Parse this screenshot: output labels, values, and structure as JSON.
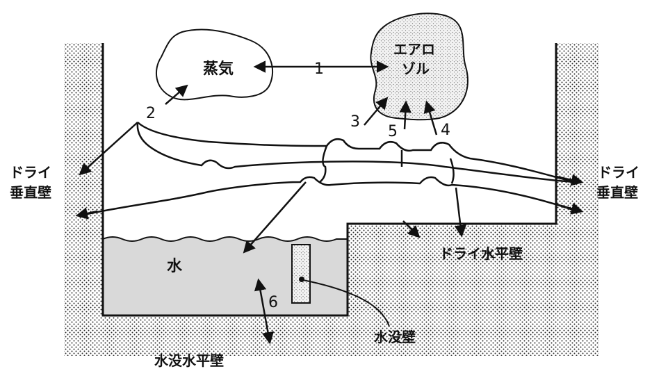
{
  "labels": {
    "vapor": "蒸気",
    "aerosol_line1": "エアロ",
    "aerosol_line2": "ゾル",
    "dry_wall_left_line1": "ドライ",
    "dry_wall_left_line2": "垂直壁",
    "dry_wall_right_line1": "ドライ",
    "dry_wall_right_line2": "垂直壁",
    "dry_floor": "ドライ水平壁",
    "water": "水",
    "submerged_wall": "水没壁",
    "submerged_floor": "水没水平壁"
  },
  "pathways": [
    "1",
    "2",
    "3",
    "4",
    "5",
    "6"
  ],
  "colors": {
    "line": "#111111",
    "water_fill": "#d9d9d9",
    "stipple": "#2a2a2a"
  }
}
